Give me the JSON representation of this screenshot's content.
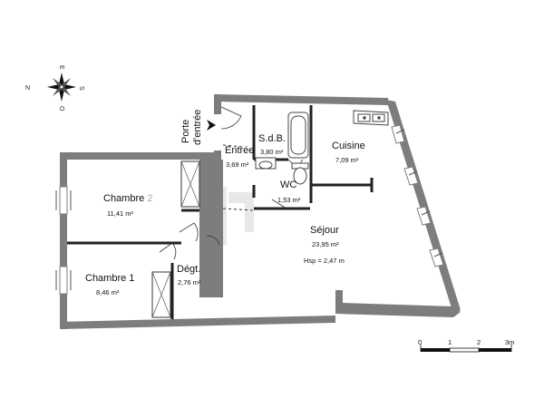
{
  "entrance": {
    "label_line1": "Porte",
    "label_line2": "d'entrée"
  },
  "rooms": {
    "entree": {
      "name": "Entrée",
      "area": "3,69 m²"
    },
    "sdb": {
      "name": "S.d.B.",
      "area": "3,80 m²"
    },
    "cuisine": {
      "name": "Cuisine",
      "area": "7,09 m²"
    },
    "wc": {
      "name": "WC",
      "area": "1,53 m²"
    },
    "chambre2": {
      "name": "Chambre",
      "number": "2",
      "area": "11,41 m²"
    },
    "sejour": {
      "name": "Séjour",
      "area": "23,95 m²",
      "hsp": "Hsp = 2,47 m"
    },
    "chambre1": {
      "name": "Chambre 1",
      "area": "8,46 m²"
    },
    "degt": {
      "name": "Dégt.",
      "area": "2,76 m²"
    }
  },
  "compass": {
    "n": "N",
    "e": "E",
    "s": "S",
    "o": "O"
  },
  "scale": {
    "ticks": [
      "0",
      "1",
      "2",
      "3m"
    ]
  },
  "colors": {
    "wall": "#7a7a7a",
    "line": "#222222",
    "watermark": "#e6e6e6"
  }
}
